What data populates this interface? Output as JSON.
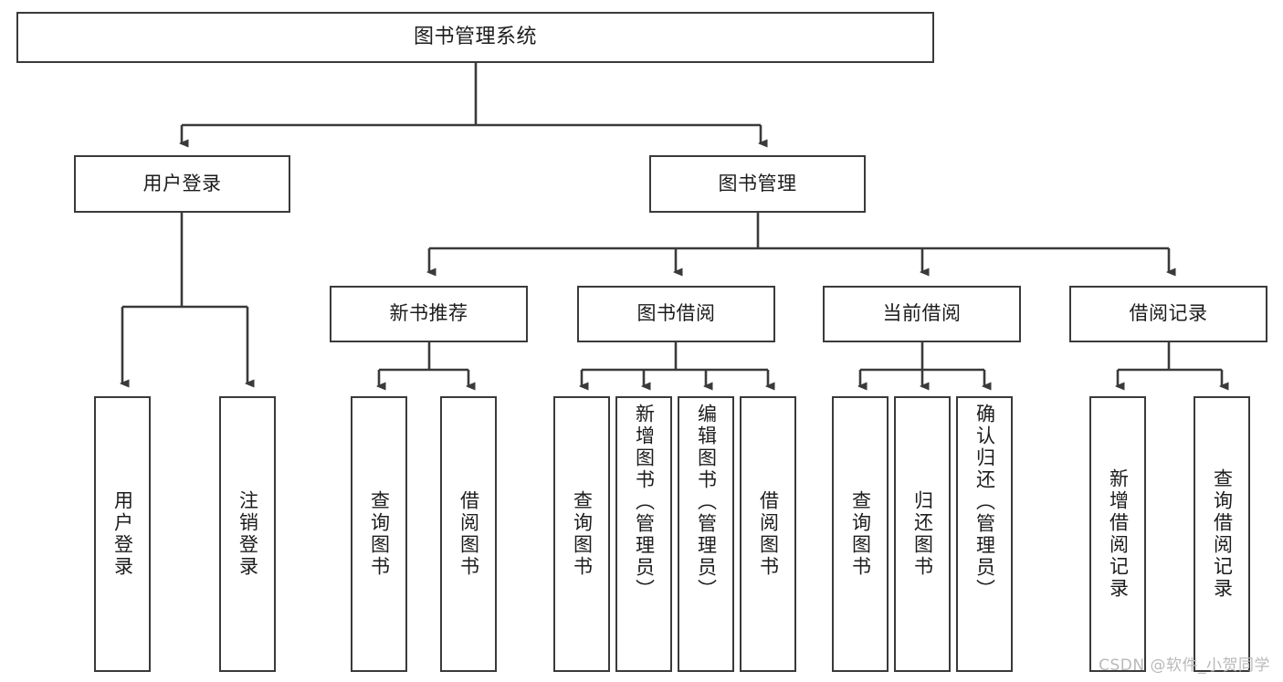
{
  "diagram": {
    "title": "图书管理系统",
    "type": "tree",
    "watermark": "CSDN @软件_小贺同学",
    "colors": {
      "box_border": "#3a3a3a",
      "box_fill": "#ffffff",
      "connector": "#3a3a3a",
      "text": "#1c1c1c",
      "watermark": "#b9b9b9"
    },
    "levels": {
      "root": {
        "label": "图书管理系统"
      },
      "level1": [
        {
          "label": "用户登录"
        },
        {
          "label": "图书管理"
        }
      ],
      "level2": [
        {
          "label": "新书推荐"
        },
        {
          "label": "图书借阅"
        },
        {
          "label": "当前借阅"
        },
        {
          "label": "借阅记录"
        }
      ],
      "leaves": {
        "user_login": [
          {
            "label": "用户登录"
          },
          {
            "label": "注销登录"
          }
        ],
        "new_book_recommend": [
          {
            "label": "查询图书"
          },
          {
            "label": "借阅图书"
          }
        ],
        "book_borrow": [
          {
            "label": "查询图书"
          },
          {
            "label": "新增图书（管理员）"
          },
          {
            "label": "编辑图书（管理员）"
          },
          {
            "label": "借阅图书"
          }
        ],
        "current_borrow": [
          {
            "label": "查询图书"
          },
          {
            "label": "归还图书"
          },
          {
            "label": "确认归还（管理员）"
          }
        ],
        "borrow_record": [
          {
            "label": "新增借阅记录"
          },
          {
            "label": "查询借阅记录"
          }
        ]
      }
    }
  }
}
